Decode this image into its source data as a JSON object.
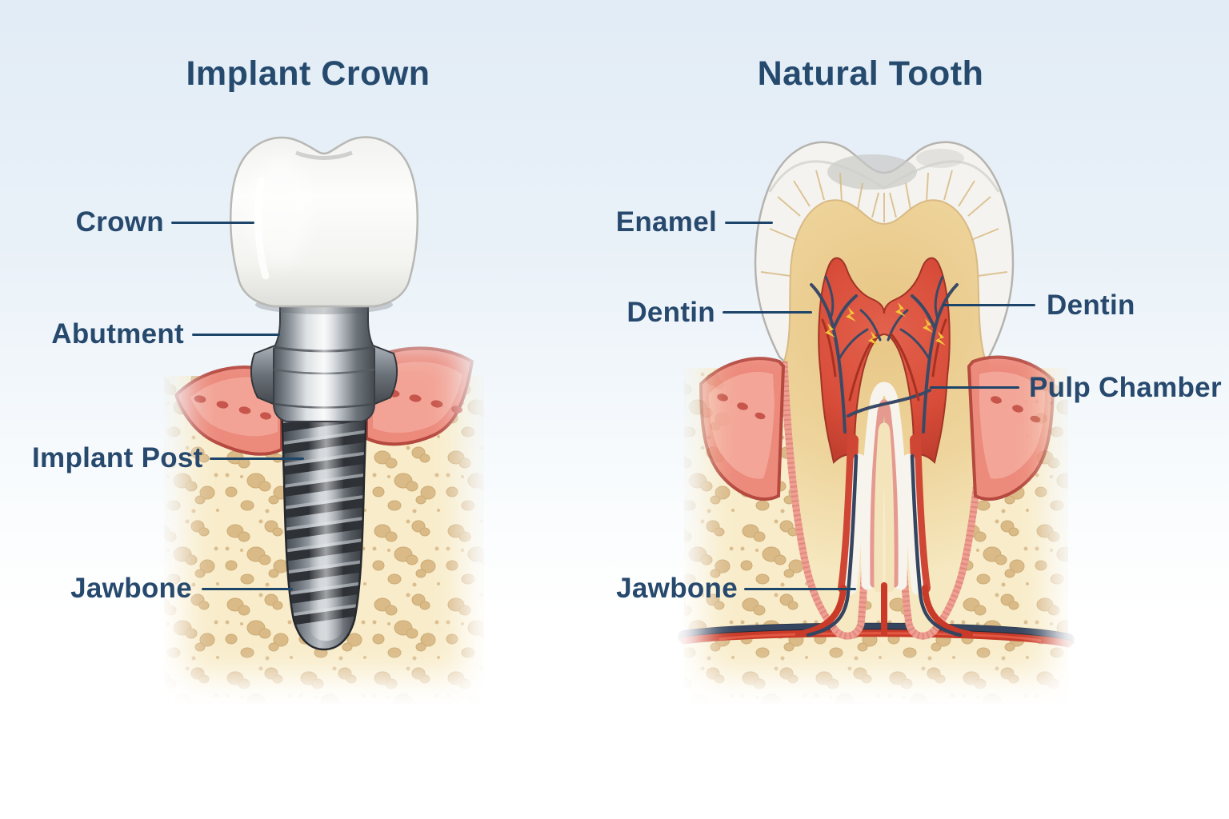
{
  "figure": {
    "left_panel": {
      "title": "Implant Crown",
      "labels": [
        {
          "id": "crown",
          "text": "Crown"
        },
        {
          "id": "abutment",
          "text": "Abutment"
        },
        {
          "id": "implant-post",
          "text": "Implant Post"
        },
        {
          "id": "jawbone",
          "text": "Jawbone"
        }
      ]
    },
    "right_panel": {
      "title": "Natural Tooth",
      "labels": [
        {
          "id": "enamel",
          "text": "Enamel"
        },
        {
          "id": "dentin-left",
          "text": "Dentin"
        },
        {
          "id": "dentin-right",
          "text": "Dentin"
        },
        {
          "id": "pulp-chamber",
          "text": "Pulp Chamber"
        },
        {
          "id": "jawbone",
          "text": "Jawbone"
        }
      ]
    },
    "palette": {
      "background_top": "#e2ecf6",
      "label_text": "#27496d",
      "leader_line": "#1d4569",
      "gum": "#ec8a7c",
      "gum_edge": "#b5493f",
      "gum_dash": "#c7554b",
      "bone": "#f8ecca",
      "bone_pores": "#d8b884",
      "enamel": "#f3f2ee",
      "dentin": "#ecd09a",
      "pulp": "#d85140",
      "vein": "#36455f",
      "artery": "#c93a28",
      "nerve_spark": "#f2c53c",
      "metal_light": "#e8eaec",
      "metal_dark": "#4a4f55"
    }
  }
}
